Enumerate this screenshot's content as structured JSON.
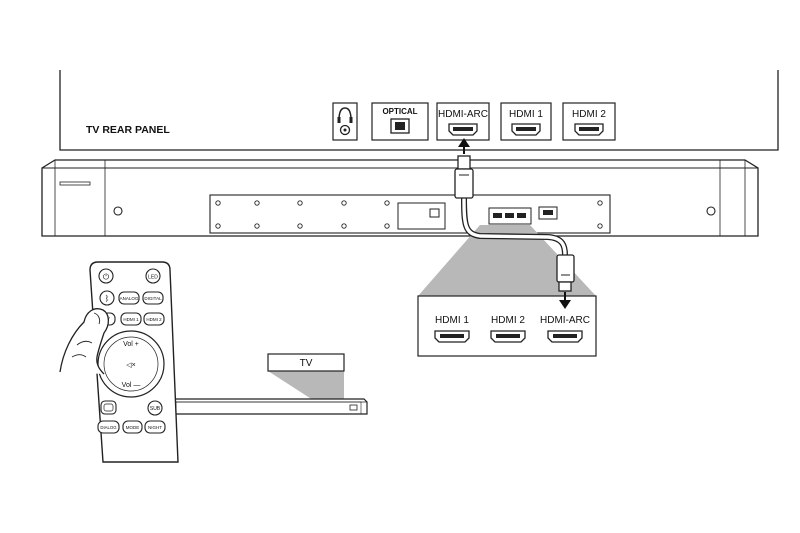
{
  "tv_panel": {
    "title": "TV REAR PANEL",
    "ports": {
      "headphone": "headphone-port-icon",
      "optical": "OPTICAL",
      "hdmi_arc": "HDMI-ARC",
      "hdmi1": "HDMI 1",
      "hdmi2": "HDMI 2"
    }
  },
  "soundbar_inset": {
    "ports": {
      "hdmi1": "HDMI 1",
      "hdmi2": "HDMI 2",
      "hdmi_arc": "HDMI-ARC"
    }
  },
  "remote": {
    "buttons": {
      "power": "⏻",
      "led": "LED",
      "bluetooth": "ᛒ",
      "analog": "ANALOG",
      "digital": "DIGITAL",
      "tv": "TV",
      "hdmi1": "HDMI 1",
      "hdmi2": "HDMI 2",
      "vol_plus": "Vol +",
      "mute": "◁×",
      "vol_minus": "Vol —",
      "sub": "SUB",
      "dialog": "DIALOG",
      "mode": "MODE",
      "night": "NIGHT"
    }
  },
  "display_label": "TV",
  "colors": {
    "line": "#1a1a1a",
    "gray_fill": "#b8b8b8"
  }
}
